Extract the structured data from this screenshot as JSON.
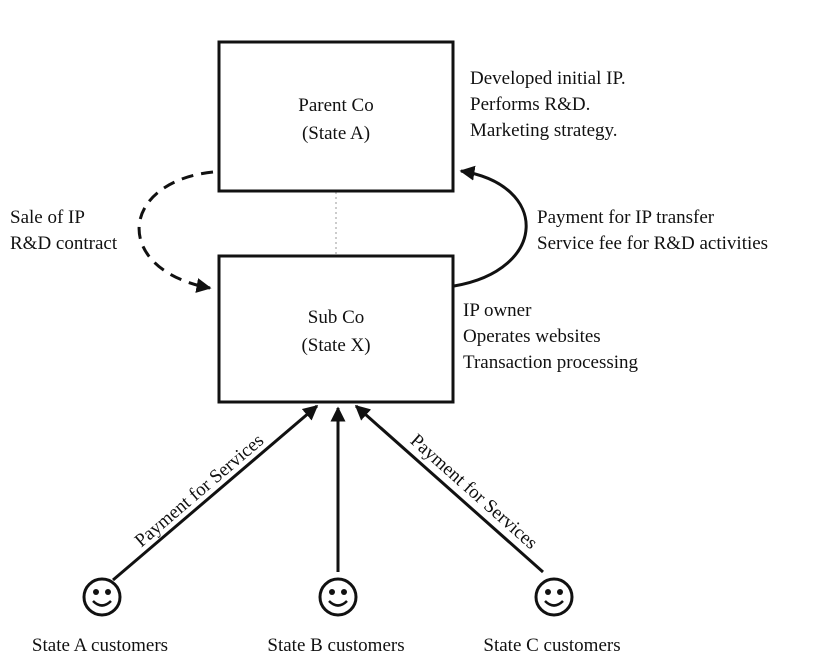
{
  "parent_box": {
    "line1": "Parent Co",
    "line2": "(State A)"
  },
  "sub_box": {
    "line1": "Sub Co",
    "line2": "(State X)"
  },
  "parent_notes": [
    "Developed initial IP.",
    "Performs R&D.",
    "Marketing strategy."
  ],
  "sub_notes": [
    "IP owner",
    "Operates websites",
    "Transaction processing"
  ],
  "left_flow": [
    "Sale of IP",
    "R&D contract"
  ],
  "right_flow": [
    "Payment for IP transfer",
    "Service fee for R&D activities"
  ],
  "payment_label_left": "Payment for Services",
  "payment_label_right": "Payment for Services",
  "customers": [
    {
      "label": "State A customers",
      "icon": "smiley-face-icon"
    },
    {
      "label": "State B customers",
      "icon": "smiley-face-icon"
    },
    {
      "label": "State C customers",
      "icon": "smiley-face-icon"
    }
  ],
  "colors": {
    "ink": "#111111",
    "background": "#ffffff",
    "connector": "#999999"
  }
}
